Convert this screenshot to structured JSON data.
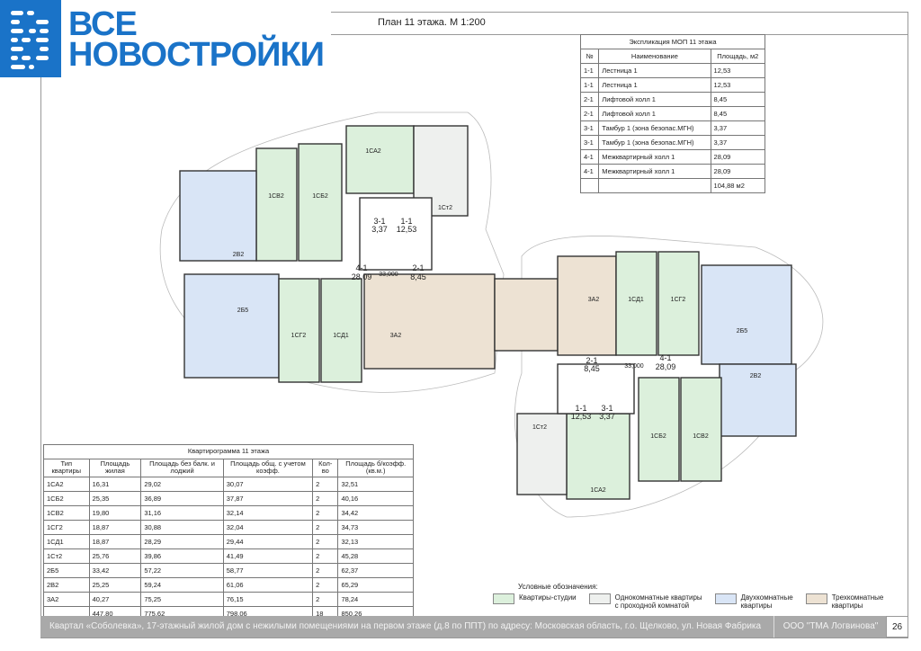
{
  "logo": {
    "line1": "ВСЕ",
    "line2": "НОВОСТРОЙКИ"
  },
  "title": "План 11 этажа. М 1:200",
  "mop_table": {
    "caption": "Экспликация МОП 11 этажа",
    "headers": [
      "№",
      "Наименование",
      "Площадь, м2"
    ],
    "rows": [
      [
        "1-1",
        "Лестница 1",
        "12,53"
      ],
      [
        "1-1",
        "Лестница 1",
        "12,53"
      ],
      [
        "2-1",
        "Лифтовой холл 1",
        "8,45"
      ],
      [
        "2-1",
        "Лифтовой холл 1",
        "8,45"
      ],
      [
        "3-1",
        "Тамбур 1 (зона безопас.МГН)",
        "3,37"
      ],
      [
        "3-1",
        "Тамбур 1 (зона безопас.МГН)",
        "3,37"
      ],
      [
        "4-1",
        "Межквартирный холл 1",
        "28,09"
      ],
      [
        "4-1",
        "Межквартирный холл 1",
        "28,09"
      ]
    ],
    "total": "104,88 м2"
  },
  "kv_table": {
    "caption": "Квартирограмма 11 этажа",
    "headers": [
      "Тип квартиры",
      "Площадь жилая",
      "Площадь без балк. и  лоджий",
      "Площадь общ. с учетом коэфф.",
      "Кол-во",
      "Площадь б/коэфф. (кв.м.)"
    ],
    "rows": [
      [
        "1СА2",
        "16,31",
        "29,02",
        "30,07",
        "2",
        "32,51"
      ],
      [
        "1СБ2",
        "25,35",
        "36,89",
        "37,87",
        "2",
        "40,16"
      ],
      [
        "1СВ2",
        "19,80",
        "31,16",
        "32,14",
        "2",
        "34,42"
      ],
      [
        "1СГ2",
        "18,87",
        "30,88",
        "32,04",
        "2",
        "34,73"
      ],
      [
        "1СД1",
        "18,87",
        "28,29",
        "29,44",
        "2",
        "32,13"
      ],
      [
        "1Ст2",
        "25,76",
        "39,86",
        "41,49",
        "2",
        "45,28"
      ],
      [
        "2Б5",
        "33,42",
        "57,22",
        "58,77",
        "2",
        "62,37"
      ],
      [
        "2В2",
        "25,25",
        "59,24",
        "61,06",
        "2",
        "65,29"
      ],
      [
        "3А2",
        "40,27",
        "75,25",
        "76,15",
        "2",
        "78,24"
      ],
      [
        "",
        "447,80",
        "775,62",
        "798,06",
        "18",
        "850,26"
      ]
    ]
  },
  "legend": {
    "title": "Условные обозначения:",
    "items": [
      {
        "label1": "Квартиры-студии",
        "label2": "",
        "color": "#dcf0dc"
      },
      {
        "label1": "Однокомнатные квартиры",
        "label2": "с проходной комнатой",
        "color": "#eef0ee"
      },
      {
        "label1": "Двухкомнатные",
        "label2": "квартиры",
        "color": "#d9e5f6"
      },
      {
        "label1": "Трехкомнатные",
        "label2": "квартиры",
        "color": "#ede2d3"
      }
    ]
  },
  "plan": {
    "units": [
      "1СВ2",
      "1СБ2",
      "1СА2",
      "1Ст2",
      "2В2",
      "2Б5",
      "1СГ2",
      "1СД1",
      "3А2",
      "3А2",
      "1СД1",
      "1СГ2",
      "2Б5",
      "2В2",
      "1Ст2",
      "1СА2",
      "1СБ2",
      "1СВ2"
    ],
    "mop": {
      "left": {
        "hall": "4-1",
        "hall_area": "28,09",
        "lift": "2-1",
        "lift_area": "8,45",
        "tambur": "3-1",
        "tambur_area": "3,37",
        "stair": "1-1",
        "stair_area": "12,53",
        "elev": "33,000"
      },
      "right": {
        "hall": "4-1",
        "hall_area": "28,09",
        "lift": "2-1",
        "lift_area": "8,45",
        "tambur": "3-1",
        "tambur_area": "3,37",
        "stair": "1-1",
        "stair_area": "12,53",
        "elev": "33,000"
      }
    }
  },
  "footer": {
    "address": "Квартал «Соболевка», 17-этажный жилой дом с нежилыми помещениями на первом этаже (д.8 по ППТ) по адресу: Московская область, г.о. Щелково, ул. Новая Фабрика",
    "company": "ООО \"ТМА Логвинова\"",
    "page": "26"
  }
}
